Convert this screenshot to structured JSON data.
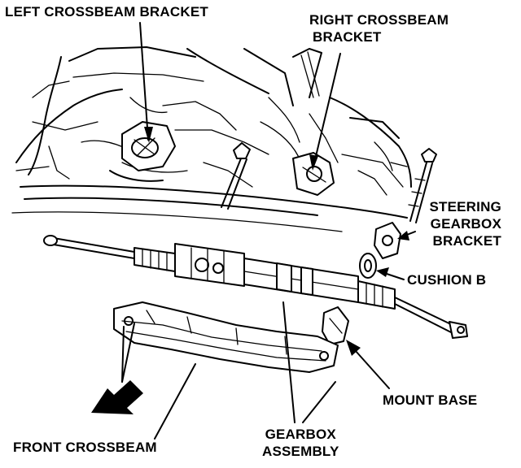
{
  "labels": {
    "left_crossbeam_bracket": "LEFT CROSSBEAM BRACKET",
    "right_crossbeam_bracket_line1": "RIGHT CROSSBEAM",
    "right_crossbeam_bracket_line2": "BRACKET",
    "steering_gearbox_bracket_line1": "STEERING",
    "steering_gearbox_bracket_line2": "GEARBOX",
    "steering_gearbox_bracket_line3": "BRACKET",
    "cushion_b": "CUSHION B",
    "mount_base": "MOUNT BASE",
    "gearbox_assembly_line1": "GEARBOX",
    "gearbox_assembly_line2": "ASSEMBLY",
    "front_crossbeam": "FRONT CROSSBEAM"
  },
  "icons": {
    "front_direction_arrow": "front-arrow-icon"
  },
  "colors": {
    "ink": "#000000",
    "background": "#ffffff"
  }
}
